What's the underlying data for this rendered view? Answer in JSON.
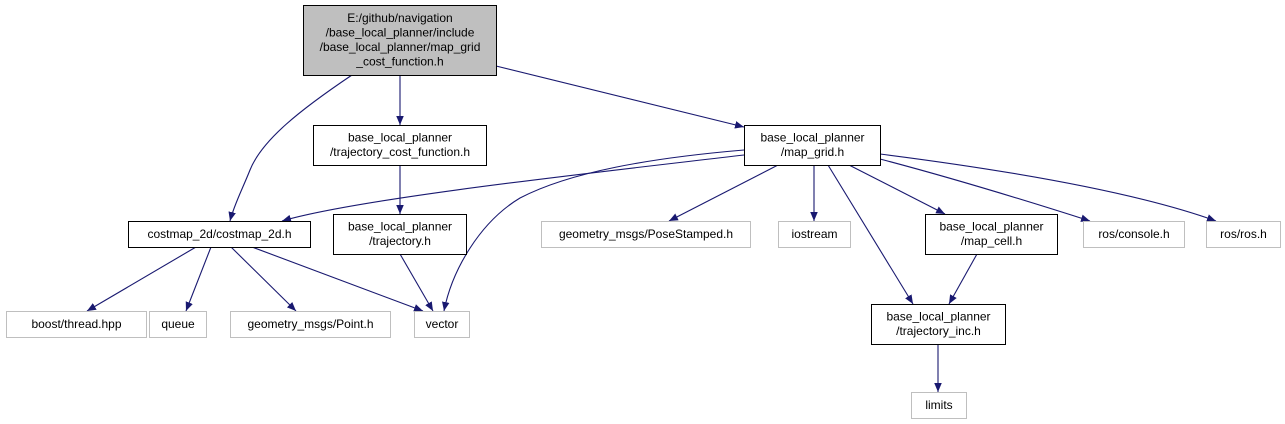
{
  "colors": {
    "edge": "#191970",
    "root_fill": "#bfbfbf",
    "node_fill": "#ffffff",
    "node_border": "#000000",
    "ext_border": "#bfbfbf",
    "text": "#000000"
  },
  "nodes": {
    "root": {
      "lines": [
        "E:/github/navigation",
        "/base_local_planner/include",
        "/base_local_planner/map_grid",
        "_cost_function.h"
      ],
      "style": "root"
    },
    "traj_cost": {
      "lines": [
        "base_local_planner",
        "/trajectory_cost_function.h"
      ],
      "style": "internal"
    },
    "map_grid": {
      "lines": [
        "base_local_planner",
        "/map_grid.h"
      ],
      "style": "internal"
    },
    "costmap": {
      "lines": [
        "costmap_2d/costmap_2d.h"
      ],
      "style": "internal"
    },
    "trajectory": {
      "lines": [
        "base_local_planner",
        "/trajectory.h"
      ],
      "style": "internal"
    },
    "pose": {
      "lines": [
        "geometry_msgs/PoseStamped.h"
      ],
      "style": "external"
    },
    "iostream": {
      "lines": [
        "iostream"
      ],
      "style": "external"
    },
    "map_cell": {
      "lines": [
        "base_local_planner",
        "/map_cell.h"
      ],
      "style": "internal"
    },
    "console": {
      "lines": [
        "ros/console.h"
      ],
      "style": "external"
    },
    "ros": {
      "lines": [
        "ros/ros.h"
      ],
      "style": "external"
    },
    "thread": {
      "lines": [
        "boost/thread.hpp"
      ],
      "style": "external"
    },
    "queue": {
      "lines": [
        "queue"
      ],
      "style": "external"
    },
    "point": {
      "lines": [
        "geometry_msgs/Point.h"
      ],
      "style": "external"
    },
    "vector": {
      "lines": [
        "vector"
      ],
      "style": "external"
    },
    "traj_inc": {
      "lines": [
        "base_local_planner",
        "/trajectory_inc.h"
      ],
      "style": "internal"
    },
    "limits": {
      "lines": [
        "limits"
      ],
      "style": "external"
    }
  },
  "edges": [
    {
      "from": "root",
      "to": "traj_cost"
    },
    {
      "from": "root",
      "to": "map_grid"
    },
    {
      "from": "root",
      "to": "costmap"
    },
    {
      "from": "traj_cost",
      "to": "trajectory"
    },
    {
      "from": "map_grid",
      "to": "costmap"
    },
    {
      "from": "map_grid",
      "to": "vector"
    },
    {
      "from": "map_grid",
      "to": "pose"
    },
    {
      "from": "map_grid",
      "to": "iostream"
    },
    {
      "from": "map_grid",
      "to": "map_cell"
    },
    {
      "from": "map_grid",
      "to": "traj_inc"
    },
    {
      "from": "map_grid",
      "to": "console"
    },
    {
      "from": "map_grid",
      "to": "ros"
    },
    {
      "from": "costmap",
      "to": "thread"
    },
    {
      "from": "costmap",
      "to": "queue"
    },
    {
      "from": "costmap",
      "to": "point"
    },
    {
      "from": "costmap",
      "to": "vector"
    },
    {
      "from": "trajectory",
      "to": "vector"
    },
    {
      "from": "map_cell",
      "to": "traj_inc"
    },
    {
      "from": "traj_inc",
      "to": "limits"
    }
  ]
}
